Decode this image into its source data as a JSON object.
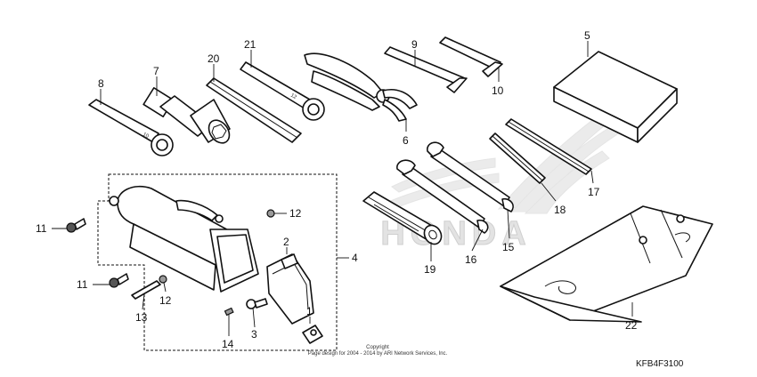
{
  "diagram": {
    "callouts": {
      "c1": "1",
      "c2": "2",
      "c3": "3",
      "c4": "4",
      "c5": "5",
      "c6": "6",
      "c7": "7",
      "c8": "8",
      "c9": "9",
      "c10": "10",
      "c11a": "11",
      "c11b": "11",
      "c12a": "12",
      "c12b": "12",
      "c13": "13",
      "c14": "14",
      "c15": "15",
      "c16": "16",
      "c17": "17",
      "c18": "18",
      "c19": "19",
      "c20": "20",
      "c21": "21",
      "c22": "22"
    },
    "copyright_line1": "Copyright",
    "copyright_line2": "Page design for 2004 - 2014 by ARI Network Services, Inc.",
    "figure_code": "KFB4F3100",
    "watermark_brand": "HONDA",
    "wrench_marks": {
      "w8": "10",
      "w21": "12"
    }
  },
  "colors": {
    "line": "#111111",
    "watermark": "#dcdcdc",
    "pad_fill": "#e9e9e9"
  }
}
